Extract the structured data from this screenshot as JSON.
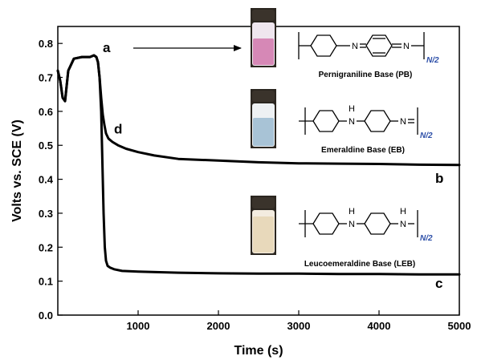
{
  "chart_data": {
    "type": "line",
    "xlabel": "Time (s)",
    "ylabel": "Volts vs. SCE (V)",
    "xlim": [
      0,
      5000
    ],
    "ylim": [
      0.0,
      0.85
    ],
    "xticks": [
      1000,
      2000,
      3000,
      4000,
      5000
    ],
    "xtick_labels": [
      "1000",
      "2000",
      "3000",
      "4000",
      "5000"
    ],
    "yticks": [
      0.0,
      0.1,
      0.2,
      0.3,
      0.4,
      0.5,
      0.6,
      0.7,
      0.8
    ],
    "ytick_labels": [
      "0.0",
      "0.1",
      "0.2",
      "0.3",
      "0.4",
      "0.5",
      "0.6",
      "0.7",
      "0.8"
    ],
    "grid": false,
    "series": [
      {
        "label": "b",
        "color": "#000000",
        "x": [
          0,
          30,
          60,
          90,
          130,
          200,
          300,
          400,
          450,
          480,
          500,
          520,
          540,
          560,
          580,
          600,
          630,
          680,
          750,
          850,
          1000,
          1200,
          1500,
          2000,
          2500,
          3000,
          3500,
          4000,
          4500,
          5000
        ],
        "y": [
          0.72,
          0.69,
          0.64,
          0.63,
          0.72,
          0.755,
          0.76,
          0.76,
          0.765,
          0.76,
          0.745,
          0.7,
          0.64,
          0.59,
          0.56,
          0.535,
          0.52,
          0.51,
          0.5,
          0.49,
          0.48,
          0.47,
          0.46,
          0.455,
          0.45,
          0.447,
          0.446,
          0.445,
          0.443,
          0.442
        ]
      },
      {
        "label": "c",
        "color": "#000000",
        "x": [
          0,
          30,
          60,
          90,
          130,
          200,
          300,
          400,
          450,
          480,
          500,
          520,
          540,
          555,
          570,
          585,
          600,
          620,
          650,
          700,
          800,
          1000,
          1500,
          2000,
          2500,
          3000,
          3500,
          4000,
          4500,
          5000
        ],
        "y": [
          0.72,
          0.69,
          0.64,
          0.63,
          0.72,
          0.755,
          0.76,
          0.76,
          0.765,
          0.76,
          0.745,
          0.7,
          0.6,
          0.45,
          0.3,
          0.2,
          0.16,
          0.145,
          0.14,
          0.135,
          0.13,
          0.128,
          0.125,
          0.123,
          0.122,
          0.122,
          0.121,
          0.121,
          0.12,
          0.12
        ]
      }
    ],
    "point_labels": [
      {
        "text": "a",
        "x": 560,
        "y": 0.775
      },
      {
        "text": "d",
        "x": 700,
        "y": 0.535
      },
      {
        "text": "b",
        "x": 4700,
        "y": 0.39
      },
      {
        "text": "c",
        "x": 4700,
        "y": 0.08
      }
    ]
  },
  "insets": {
    "pb_name": "Pernigraniline Base (PB)",
    "eb_name": "Emeraldine Base (EB)",
    "leb_name": "Leucoemeraldine Base (LEB)",
    "subscript": "N/2",
    "atom_n": "N",
    "atom_h": "H"
  },
  "colors": {
    "vial_pb": "#d688b6",
    "vial_eb": "#a8c3d6",
    "vial_leb": "#e8d9bb",
    "subscript": "#2d4fa8"
  }
}
